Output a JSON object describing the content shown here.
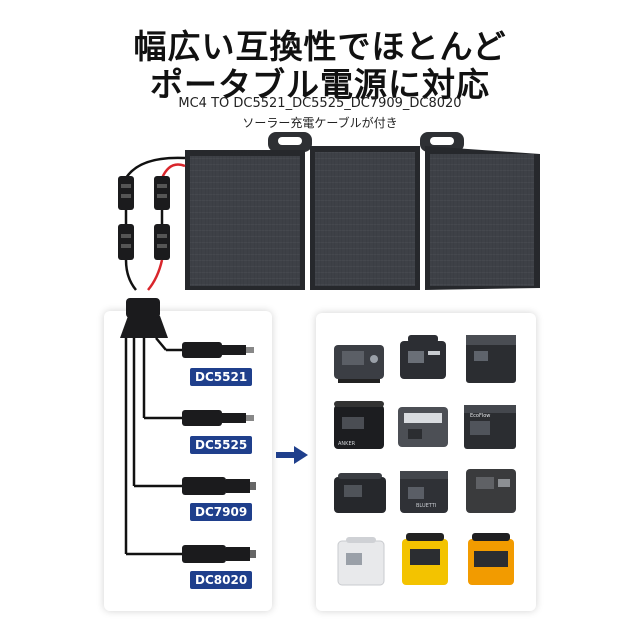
{
  "title": {
    "line1": "幅広い互換性でほとんど",
    "line2": "ポータブル電源に対応"
  },
  "subtitle": {
    "cable_spec": "MC4 TO DC5521_DC5525_DC7909_DC8020",
    "included_note": "ソーラー充電ケーブルが付き"
  },
  "connectors": [
    {
      "label": "DC5521"
    },
    {
      "label": "DC5525"
    },
    {
      "label": "DC7909"
    },
    {
      "label": "DC8020"
    }
  ],
  "power_stations": [
    {
      "brand_text": ""
    },
    {
      "brand_text": ""
    },
    {
      "brand_text": ""
    },
    {
      "brand_text": "ANKER"
    },
    {
      "brand_text": ""
    },
    {
      "brand_text": "EcoFlow"
    },
    {
      "brand_text": ""
    },
    {
      "brand_text": "BLUETTI"
    },
    {
      "brand_text": ""
    },
    {
      "brand_text": ""
    },
    {
      "brand_text": ""
    },
    {
      "brand_text": ""
    }
  ],
  "colors": {
    "label_bg": "#1f3f8c",
    "arrow": "#1f3f8c",
    "panel_dark": "#3a3d42",
    "cable_red": "#d9262c",
    "jackery_orange": "#f29b00",
    "yellow": "#f3c300"
  }
}
